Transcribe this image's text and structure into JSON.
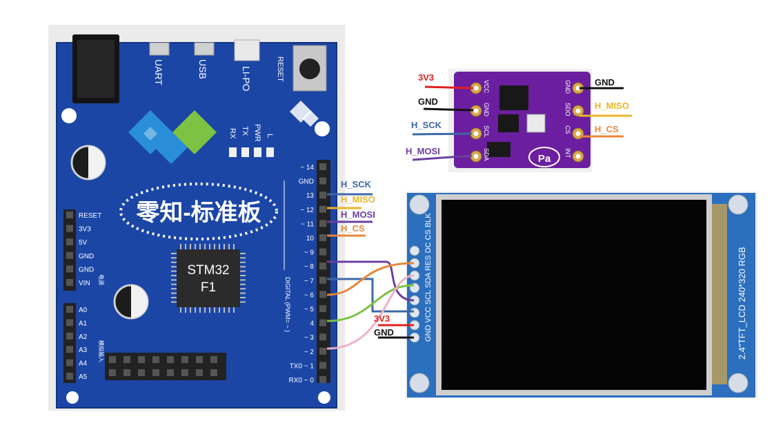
{
  "board": {
    "top_labels": [
      "UART",
      "USB",
      "LI-PO",
      "RESET"
    ],
    "led_labels": [
      "RX",
      "TX",
      "PWR",
      "L"
    ],
    "title": "零知-标准板",
    "chip_line1": "STM32",
    "chip_line2": "F1",
    "right_pins": [
      "~ 14",
      "GND",
      "13",
      "~ 12",
      "~ 11",
      "10",
      "~ 9",
      "~ 8",
      "~ 7",
      "~ 6",
      "~ 5",
      "4",
      "~ 3",
      "~ 2",
      "TX0 ~ 1",
      "RX0 ~ 0"
    ],
    "left_power_pins": [
      "RESET",
      "3V3",
      "5V",
      "GND",
      "GND",
      "VIN"
    ],
    "left_analog_pins": [
      "A0",
      "A1",
      "A2",
      "A3",
      "A4",
      "A5"
    ],
    "digital_label": "DIGITAL (PWM= ~ )",
    "power_label": "电源",
    "analog_label": "模拟输入"
  },
  "board_labels": [
    {
      "text": "H_SCK",
      "color": "#3d68a8"
    },
    {
      "text": "H_MISO",
      "color": "#e8b52a"
    },
    {
      "text": "H_MOSI",
      "color": "#6a3fa0"
    },
    {
      "text": "H_CS",
      "color": "#e8873a"
    }
  ],
  "sensor": {
    "left_pins": [
      "VCC",
      "GND",
      "SCL",
      "SDA"
    ],
    "right_pins": [
      "GND",
      "SDO",
      "CS",
      "INT"
    ],
    "logo": "Pa",
    "left_wires": [
      {
        "text": "3V3",
        "color": "#e02020"
      },
      {
        "text": "GND",
        "color": "#111111"
      },
      {
        "text": "H_SCK",
        "color": "#3d68a8"
      },
      {
        "text": "H_MOSI",
        "color": "#6a3fa0"
      }
    ],
    "right_wires": [
      {
        "text": "GND",
        "color": "#111111"
      },
      {
        "text": "H_MISO",
        "color": "#e8b52a"
      },
      {
        "text": "H_CS",
        "color": "#e8873a"
      }
    ]
  },
  "lcd": {
    "side_text": "2.4\"TFT_LCD 240*320 RGB",
    "pin_text": "GND VCC SCL SDA RES DC CS BLK",
    "wires": [
      {
        "text": "3V3",
        "color": "#e02020"
      },
      {
        "text": "GND",
        "color": "#111111"
      }
    ]
  }
}
